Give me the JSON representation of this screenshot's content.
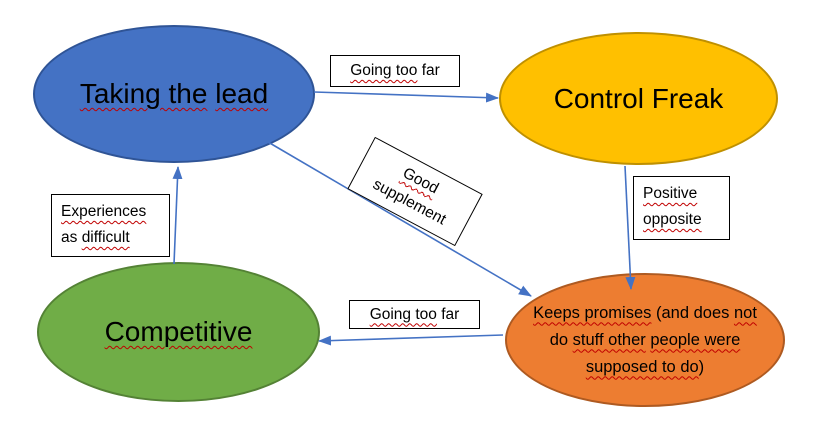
{
  "canvas": {
    "background": "#FFFFFF"
  },
  "arrow_color": "#4472C4",
  "nodes": {
    "taking_the_lead": {
      "label": "Taking the lead",
      "fill": "#4472C4",
      "stroke": "#2F5496",
      "lines": [
        [
          {
            "t": "Taking the",
            "sq": true
          },
          {
            "t": " ",
            "sq": false
          },
          {
            "t": "lead",
            "sq": true
          }
        ]
      ]
    },
    "control_freak": {
      "label": "Control Freak",
      "fill": "#FFC000",
      "stroke": "#BF9000",
      "lines": [
        [
          {
            "t": "Control Freak",
            "sq": false
          }
        ]
      ]
    },
    "competitive": {
      "label": "Competitive",
      "fill": "#70AD47",
      "stroke": "#548235",
      "lines": [
        [
          {
            "t": "Competitive",
            "sq": true
          }
        ]
      ]
    },
    "keeps_promises": {
      "label": "Keeps promises (and does not do stuff other people were supposed to do)",
      "fill": "#ED7D31",
      "stroke": "#AE5A21",
      "lines": [
        [
          {
            "t": "Keeps promises",
            "sq": true
          },
          {
            "t": " (and does ",
            "sq": false
          },
          {
            "t": "not",
            "sq": true
          }
        ],
        [
          {
            "t": "do ",
            "sq": false
          },
          {
            "t": "stuff other",
            "sq": true
          },
          {
            "t": " ",
            "sq": false
          },
          {
            "t": "people were",
            "sq": true
          }
        ],
        [
          {
            "t": "supposed to do",
            "sq": true
          },
          {
            "t": ")",
            "sq": false
          }
        ]
      ]
    }
  },
  "edge_labels": {
    "going_too_far_top": {
      "label": "Going too far",
      "lines": [
        [
          {
            "t": "Going too",
            "sq": true
          },
          {
            "t": " far",
            "sq": false
          }
        ]
      ]
    },
    "good_supplement": {
      "label": "Good supplement",
      "lines": [
        [
          {
            "t": "Good",
            "sq": true
          }
        ],
        [
          {
            "t": "supplement",
            "sq": false
          }
        ]
      ]
    },
    "experiences_as_difficult": {
      "label": "Experiences as difficult",
      "lines": [
        [
          {
            "t": "Experiences",
            "sq": true
          }
        ],
        [
          {
            "t": "as ",
            "sq": false
          },
          {
            "t": "difficult",
            "sq": true
          }
        ]
      ]
    },
    "positive_opposite": {
      "label": "Positive opposite",
      "lines": [
        [
          {
            "t": "Positive",
            "sq": true
          }
        ],
        [
          {
            "t": "opposite",
            "sq": true
          }
        ]
      ]
    },
    "going_too_far_bottom": {
      "label": "Going too far",
      "lines": [
        [
          {
            "t": "Going too",
            "sq": true
          },
          {
            "t": " far",
            "sq": false
          }
        ]
      ]
    }
  },
  "arrows": [
    {
      "name": "taking-the-lead-to-control-freak"
    },
    {
      "name": "competitive-to-taking-the-lead"
    },
    {
      "name": "taking-the-lead-to-keeps-promises"
    },
    {
      "name": "control-freak-to-keeps-promises"
    },
    {
      "name": "keeps-promises-to-competitive"
    }
  ]
}
